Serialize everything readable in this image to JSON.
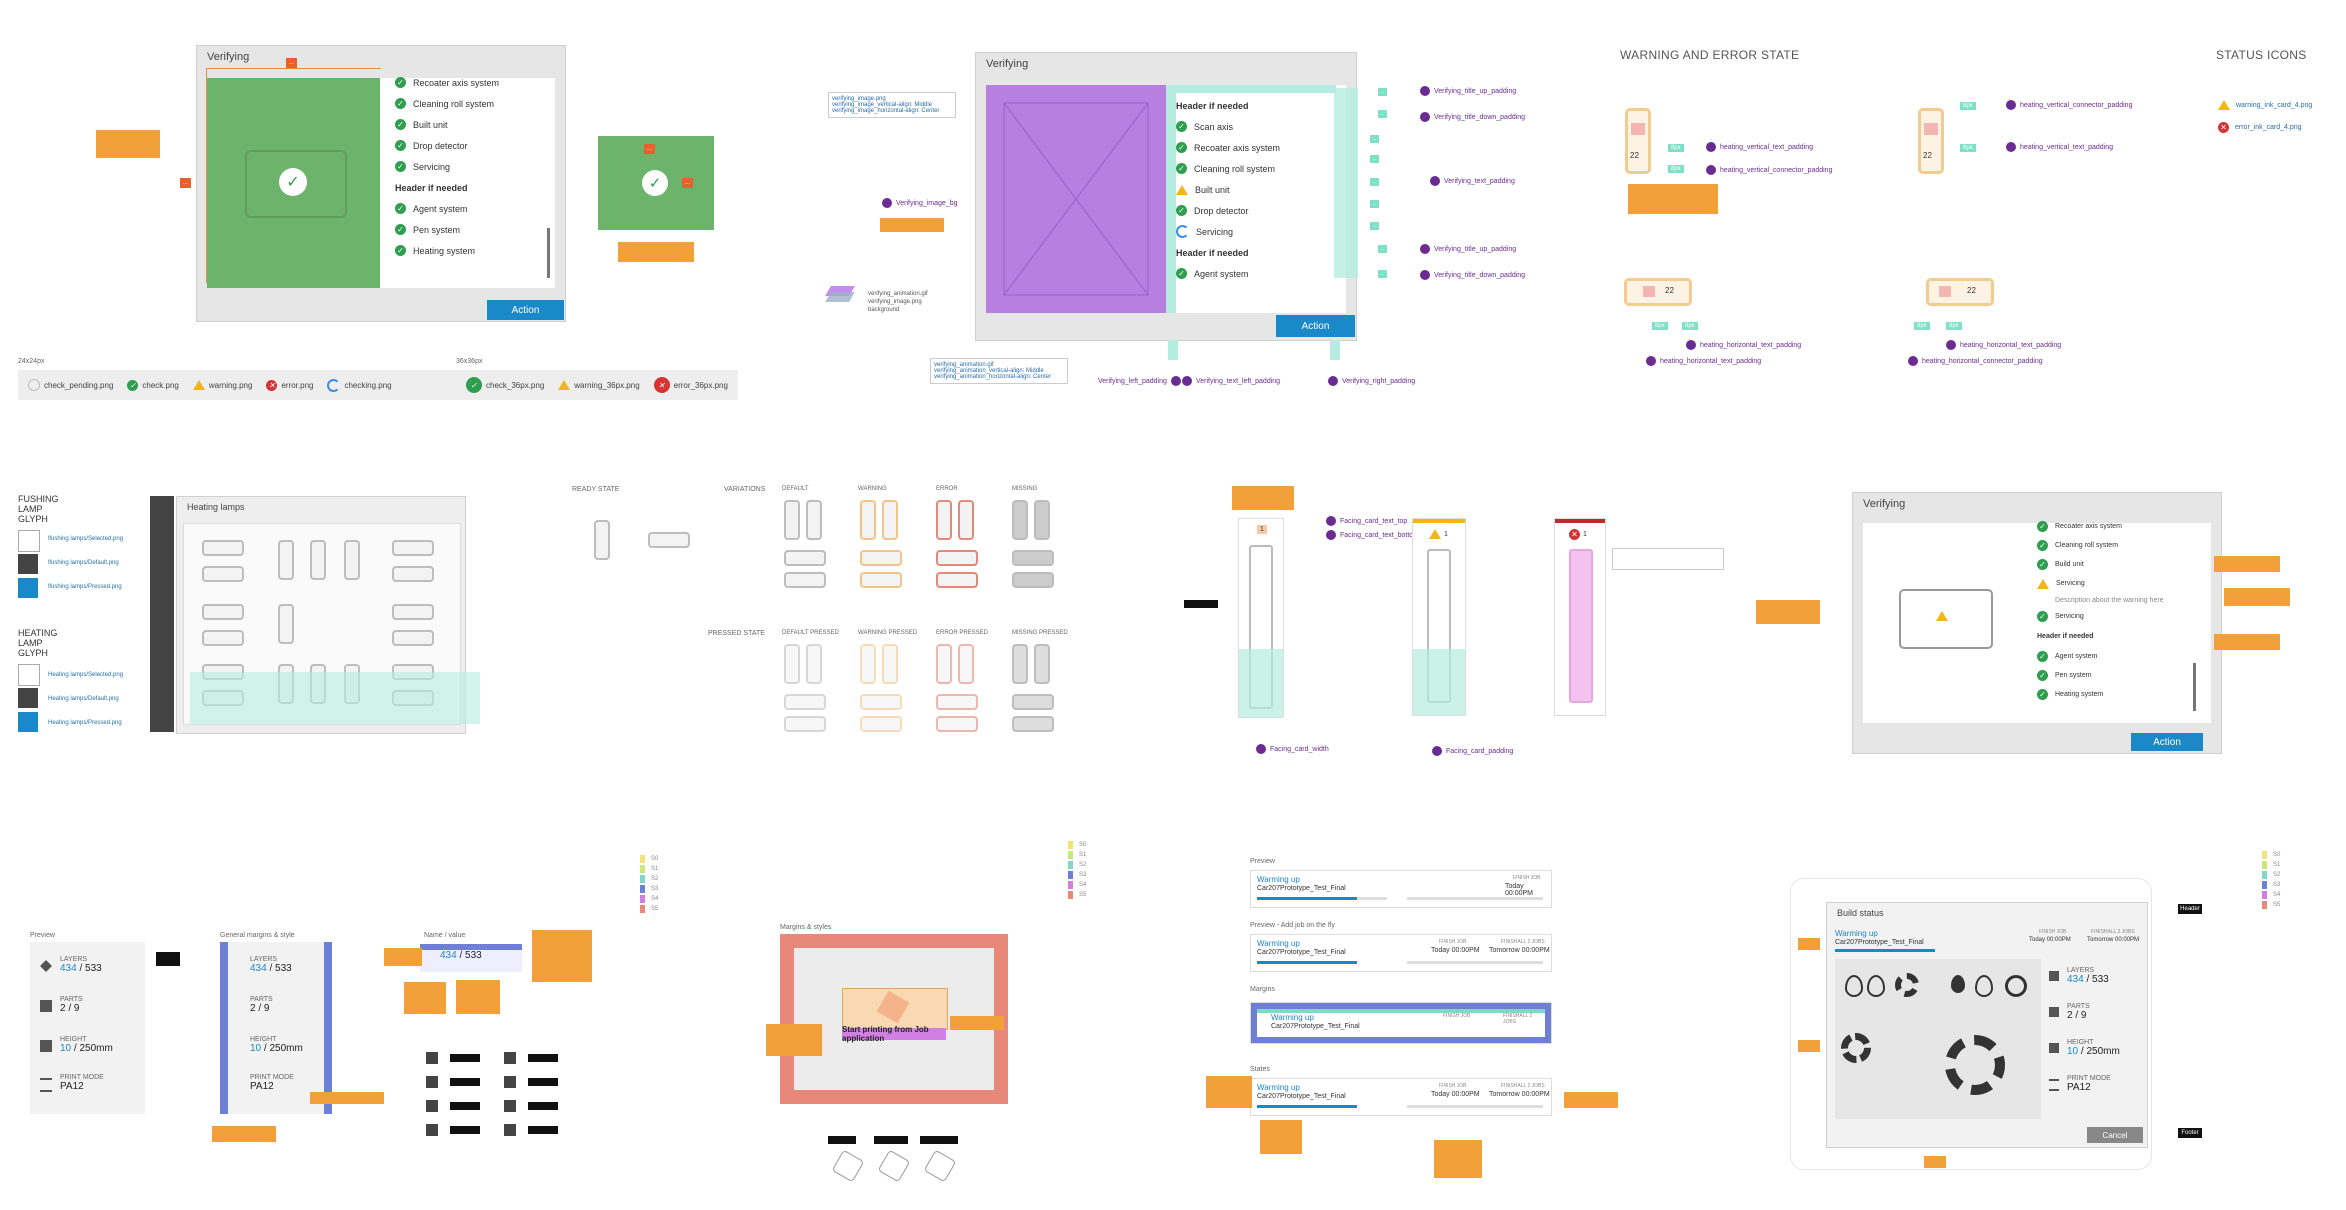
{
  "verifying": {
    "title": "Verifying",
    "action": "Action",
    "items_a": [
      "Recoater axis system",
      "Cleaning roll system",
      "Built unit",
      "Drop detector",
      "Servicing"
    ],
    "header_if_needed": "Header if needed",
    "items_b": [
      "Agent system",
      "Pen system",
      "Heating system"
    ],
    "items_c": [
      "Scan axis",
      "Recoater axis system",
      "Cleaning roll system",
      "Built unit",
      "Drop detector",
      "Servicing"
    ],
    "items_d": [
      "Agent system"
    ],
    "items_e": [
      "Recoater axis system",
      "Cleaning roll system",
      "Build unit",
      "Servicing",
      "Description about the warning here",
      "Servicing"
    ],
    "items_f": [
      "Agent system",
      "Pen system",
      "Heating system"
    ]
  },
  "icons24": {
    "label": "24x24px",
    "items": [
      "check_pending.png",
      "check.png",
      "warning.png",
      "error.png",
      "checking.png"
    ]
  },
  "icons36": {
    "label": "36x36px",
    "items": [
      "check_36px.png",
      "warning_36px.png",
      "error_36px.png"
    ]
  },
  "spec_annotations": {
    "image_png": "verifying_image.png\nverifying_image_vertical-align: Middle\nverifying_image_horizontal-align: Center",
    "image_bg": "Verifying_image_bg",
    "anim_gif": "verifying_animation.gif\nverifying_animation_vertical-align: Middle\nverifying_animation_horizontal-align: Center",
    "layers": [
      "verifying_animation.gif",
      "verifying_image.png",
      "background"
    ],
    "title_up": "Verifying_title_up_padding",
    "title_down": "Verifying_title_down_padding",
    "text_padding": "Verifying_text_padding",
    "left_padding": "Verifying_left_padding",
    "text_left": "Verifying_text_left_padding",
    "right_padding": "Verifying_right_padding"
  },
  "warning_section": {
    "heading": "WARNING AND ERROR STATE",
    "number": "22",
    "v_connector": "heating_vertical_connector_padding",
    "v_text": "heating_vertical_text_padding",
    "h_text": "heating_horizontal_text_padding",
    "h_connector": "heating_horizontal_connector_padding"
  },
  "status_icons": {
    "heading": "STATUS ICONS",
    "items": [
      "warning_ink_card_4.png",
      "error_ink_card_4.png"
    ]
  },
  "heating": {
    "flushing": "FUSHING\nLAMP\nGLYPH",
    "heating": "HEATING\nLAMP\nGLYPH",
    "panel_title": "Heating lamps",
    "flushing_files": [
      "flushing lamps/Selected.png",
      "flushing lamps/Default.png",
      "flushing lamps/Pressed.png"
    ],
    "heating_files": [
      "Heating lamps/Selected.png",
      "Heating lamps/Default.png",
      "Heating lamps/Pressed.png"
    ]
  },
  "lamp_states": {
    "ready": "READY STATE",
    "variations": "VARIATIONS",
    "pressed": "PRESSED STATE",
    "cols": [
      "DEFAULT",
      "WARNING",
      "ERROR",
      "MISSING"
    ],
    "pressed_cols": [
      "DEFAULT PRESSED",
      "WARNING PRESSED",
      "ERROR PRESSED",
      "MISSING PRESSED"
    ]
  },
  "ink_cards": {
    "padding_top": "Facing_card_text_top",
    "padding_bottom": "Facing_card_text_bottom",
    "card_width": "Facing_card_width",
    "card_padding": "Facing_card_padding",
    "warn_num": "1",
    "err_num": "1"
  },
  "build": {
    "preview": "Preview",
    "margins": "General margins & style",
    "label_value": "Name / value",
    "layers_label": "LAYERS",
    "layers_val": "434",
    "layers_total": "/ 533",
    "parts_label": "PARTS",
    "parts_val": "2 / 9",
    "height_label": "HEIGHT",
    "height_val": "10",
    "height_unit": "/ 250mm",
    "mode_label": "PRINT MODE",
    "mode_val": "PA12",
    "start_job": "Start printing from Job application",
    "margins_style": "Margins & styles",
    "legend": [
      "S0",
      "S1",
      "S2",
      "S3",
      "S4",
      "S5"
    ],
    "legend_colors": [
      "#f3e27a",
      "#c9e87a",
      "#7fd9c9",
      "#6e7fd6",
      "#d17fe0",
      "#e8887a"
    ],
    "warming": "Warming up",
    "job": "Car207Prototype_Test_Final",
    "finish_label": "FINISH JOB",
    "finish_val": "Today 00:00PM",
    "finishall_label": "FINISHALL 2 JOBS",
    "finishall_val": "Tomorrow 00:00PM",
    "build_status": "Build status",
    "cancel": "Cancel",
    "header_tag": "Header",
    "footer_tag": "Footer"
  }
}
